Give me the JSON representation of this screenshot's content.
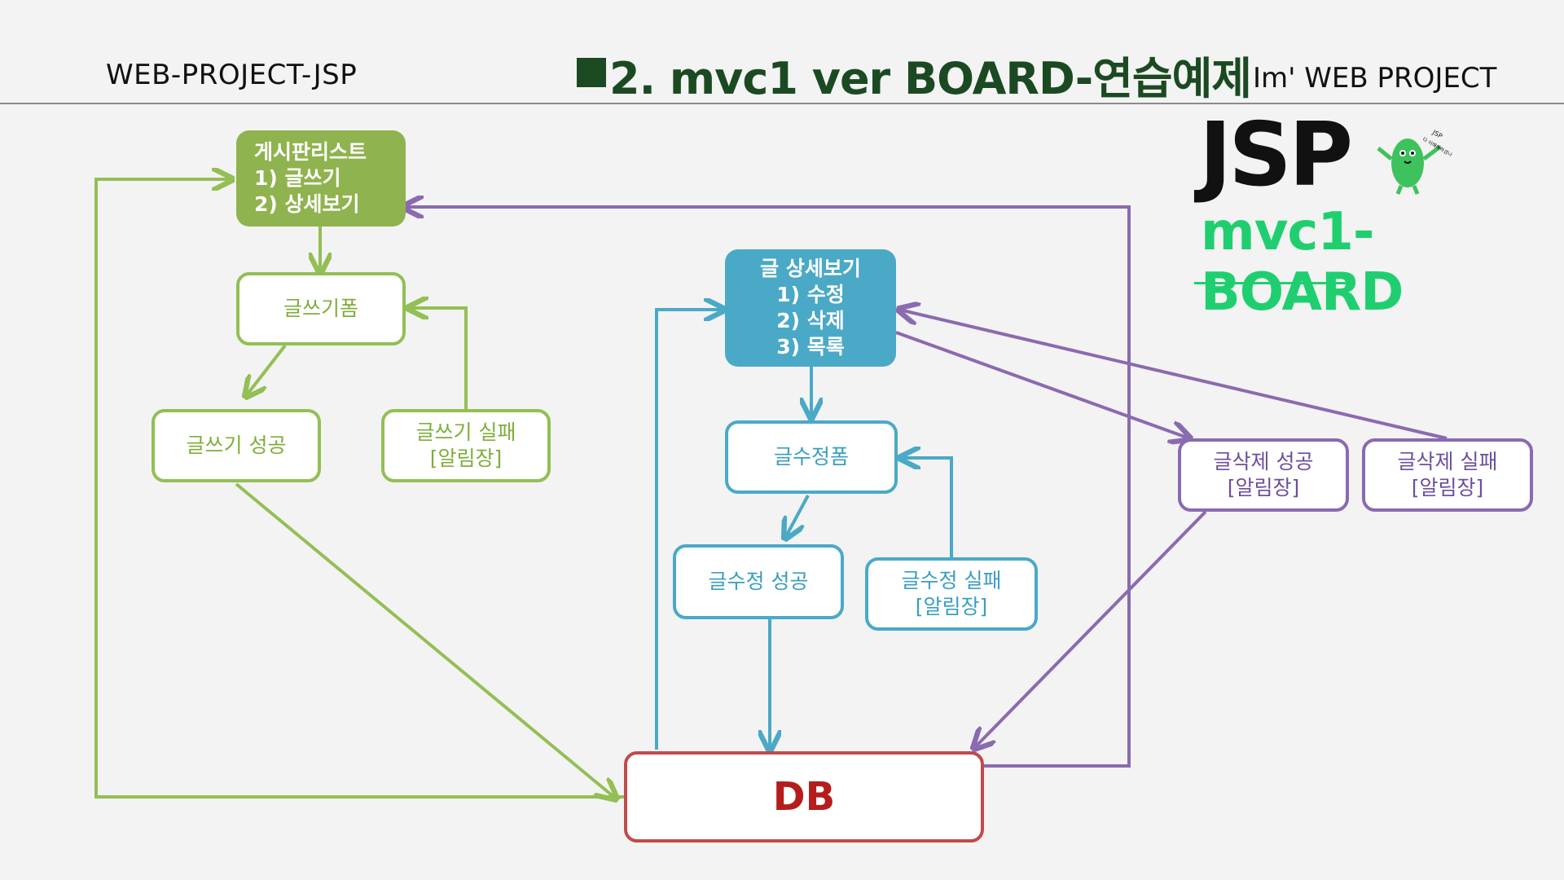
{
  "header": {
    "left": "WEB-PROJECT-JSP",
    "title": "2. mvc1 ver  BOARD-연습예제",
    "right": "Im' WEB PROJECT"
  },
  "logo": {
    "main": "JSP",
    "sub": "mvc1-BOARD",
    "mascot_label": "JSP",
    "mascot_caption": "다 이해해하셨나"
  },
  "nodes": {
    "board_list": {
      "title": "게시판리스트",
      "item1": "1)   글쓰기",
      "item2": "2)   상세보기"
    },
    "write_form": {
      "label": "글쓰기폼"
    },
    "write_success": {
      "label": "글쓰기 성공"
    },
    "write_fail": {
      "line1": "글쓰기  실패",
      "line2": "[알림장]"
    },
    "detail": {
      "title": "글 상세보기",
      "item1": "1)   수정",
      "item2": "2)   삭제",
      "item3": "3)   목록"
    },
    "edit_form": {
      "label": "글수정폼"
    },
    "edit_success": {
      "label": "글수정 성공"
    },
    "edit_fail": {
      "line1": "글수정 실패",
      "line2": "[알림장]"
    },
    "delete_success": {
      "line1": "글삭제 성공",
      "line2": "[알림장]"
    },
    "delete_fail": {
      "line1": "글삭제 실패",
      "line2": "[알림장]"
    },
    "db": {
      "label": "DB"
    }
  },
  "colors": {
    "green": "#93bf55",
    "blue": "#4aa9c6",
    "purple": "#8a6ab0",
    "db_red": "#c24a4a",
    "logo_green": "#1fcf6f"
  }
}
